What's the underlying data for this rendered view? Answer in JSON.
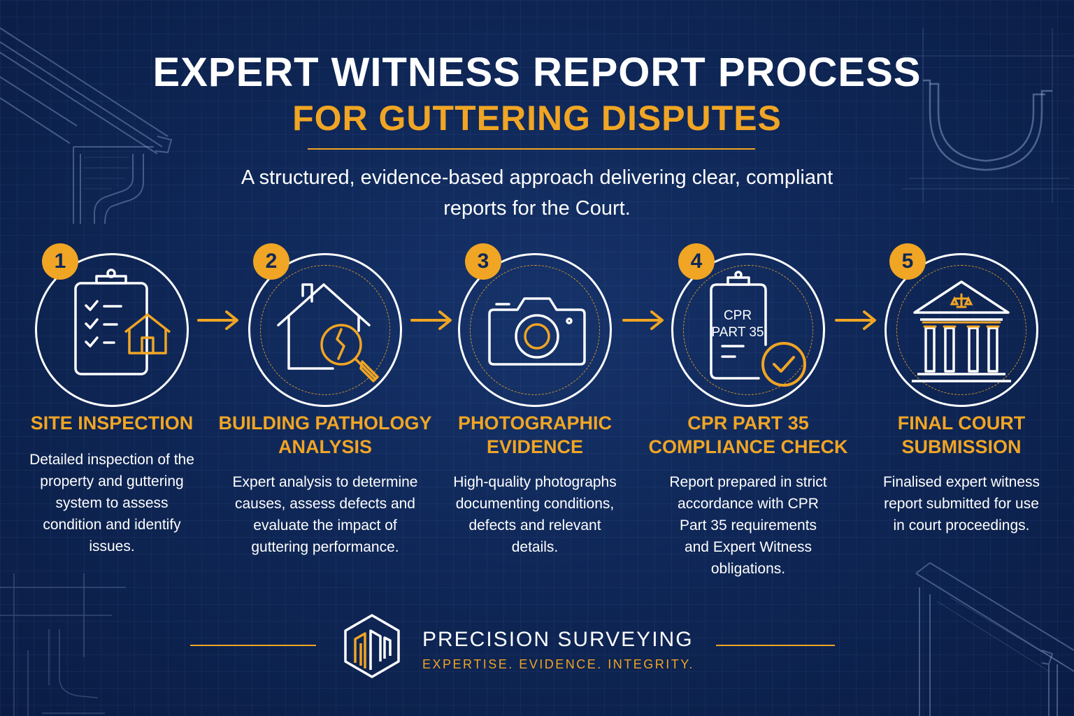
{
  "header": {
    "title": "EXPERT WITNESS REPORT PROCESS",
    "subtitle": "FOR GUTTERING DISPUTES",
    "tagline_line1": "A structured, evidence-based approach delivering clear, compliant",
    "tagline_line2": "reports for the Court."
  },
  "steps": [
    {
      "number": "1",
      "title_line1": "SITE INSPECTION",
      "title_line2": "",
      "desc": [
        "Detailed inspection of the",
        "property and guttering",
        "system to assess",
        "condition and identify",
        "issues."
      ],
      "icon": "clipboard-house-icon"
    },
    {
      "number": "2",
      "title_line1": "BUILDING PATHOLOGY",
      "title_line2": "ANALYSIS",
      "desc": [
        "Expert analysis to determine",
        "causes, assess defects and",
        "evaluate the impact of",
        "guttering performance."
      ],
      "icon": "house-magnifier-icon"
    },
    {
      "number": "3",
      "title_line1": "PHOTOGRAPHIC",
      "title_line2": "EVIDENCE",
      "desc": [
        "High-quality photographs",
        "documenting conditions,",
        "defects and relevant",
        "details."
      ],
      "icon": "camera-icon"
    },
    {
      "number": "4",
      "title_line1": "CPR PART 35",
      "title_line2": "COMPLIANCE CHECK",
      "desc": [
        "Report prepared in strict",
        "accordance with CPR",
        "Part 35 requirements",
        "and Expert Witness",
        "obligations."
      ],
      "icon": "clipboard-check-icon",
      "icon_text_line1": "CPR",
      "icon_text_line2": "PART 35"
    },
    {
      "number": "5",
      "title_line1": "FINAL COURT",
      "title_line2": "SUBMISSION",
      "desc": [
        "Finalised expert witness",
        "report submitted for use",
        "in court proceedings."
      ],
      "icon": "courthouse-icon"
    }
  ],
  "footer": {
    "brand": "PRECISION SURVEYING",
    "tagline": "EXPERTISE. EVIDENCE. INTEGRITY."
  },
  "colors": {
    "background": "#0f2757",
    "accent": "#f0a524",
    "text": "#ffffff"
  }
}
